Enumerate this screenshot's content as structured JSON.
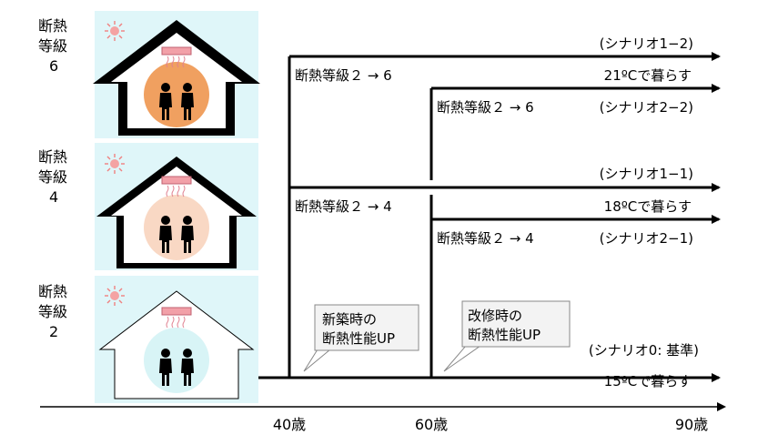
{
  "levels": [
    {
      "line1": "断熱",
      "line2": "等級",
      "line3": "6",
      "glow": "#f0a060"
    },
    {
      "line1": "断熱",
      "line2": "等級",
      "line3": "4",
      "glow": "#f9d8c4"
    },
    {
      "line1": "断熱",
      "line2": "等級",
      "line3": "2",
      "glow": "#d8f4f6"
    }
  ],
  "house_bg": "#dff6f9",
  "branch_labels": {
    "new_build_6": "断熱等級２ → 6",
    "new_build_4": "断熱等級２ → 4",
    "renov_6": "断熱等級２ → 6",
    "renov_4": "断熱等級２ → 4"
  },
  "scenarios": {
    "s12": "(シナリオ1−2)",
    "temp21": "21ºCで暮らす",
    "s22": "(シナリオ2−2)",
    "s11": "(シナリオ1−1)",
    "temp18": "18ºCで暮らす",
    "s21": "(シナリオ2−1)",
    "s0": "(シナリオ0: 基準)",
    "temp15": "15ºCで暮らす"
  },
  "callouts": {
    "new_line1": "新築時の",
    "new_line2": "断熱性能UP",
    "renov_line1": "改修時の",
    "renov_line2": "断熱性能UP"
  },
  "axis": {
    "age40": "40歳",
    "age60": "60歳",
    "age90": "90歳"
  }
}
